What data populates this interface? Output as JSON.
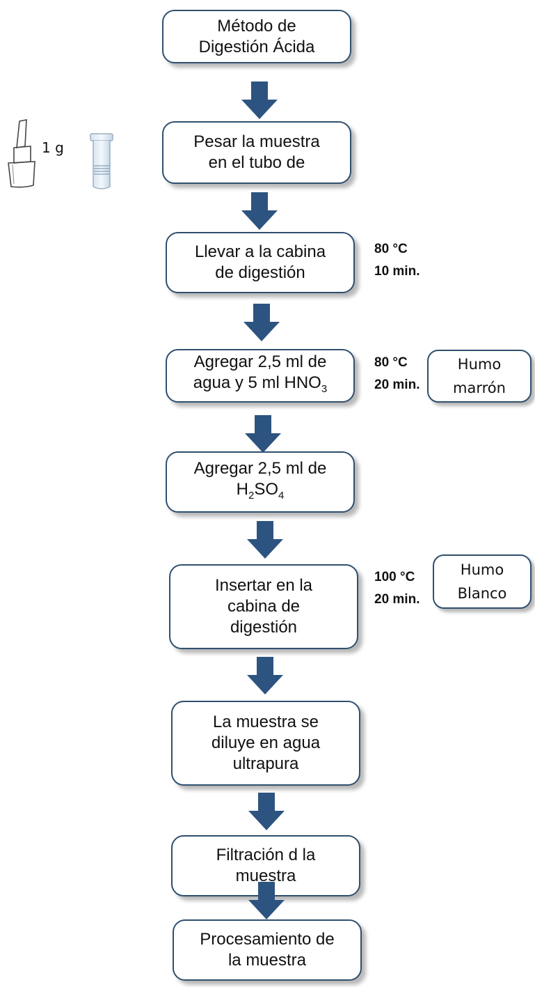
{
  "steps": [
    {
      "text": "Método de\nDigestión Ácida"
    },
    {
      "text": "Pesar la muestra\nen el tubo de"
    },
    {
      "text": "Llevar a la cabina\nde digestión"
    },
    {
      "pre": "Agregar 2,5 ml de\nagua y 5 ml HNO",
      "sub": "3"
    },
    {
      "pre": "Agregar 2,5 ml de\nH",
      "sub1": "2",
      "mid": "SO",
      "sub2": "4"
    },
    {
      "text": "Insertar en la\ncabina de\ndigestión"
    },
    {
      "text": "La muestra se\ndiluye en agua\nultrapura"
    },
    {
      "text": "Filtración d la\nmuestra"
    },
    {
      "text": "Procesamiento de\nla muestra"
    }
  ],
  "conditions": [
    {
      "temp": "80 °C",
      "time": "10 min."
    },
    {
      "temp": "80 °C",
      "time": "20 min."
    },
    {
      "temp": "100 °C",
      "time": "20 min."
    }
  ],
  "observations": [
    {
      "text": "Humo\nmarrón"
    },
    {
      "text": "Humo\nBlanco"
    }
  ],
  "sample_label": "1 g",
  "colors": {
    "arrow": "#2d5480",
    "border": "#2f4f6f"
  },
  "icons": [
    "sample-container-icon",
    "digestion-tube-icon"
  ]
}
